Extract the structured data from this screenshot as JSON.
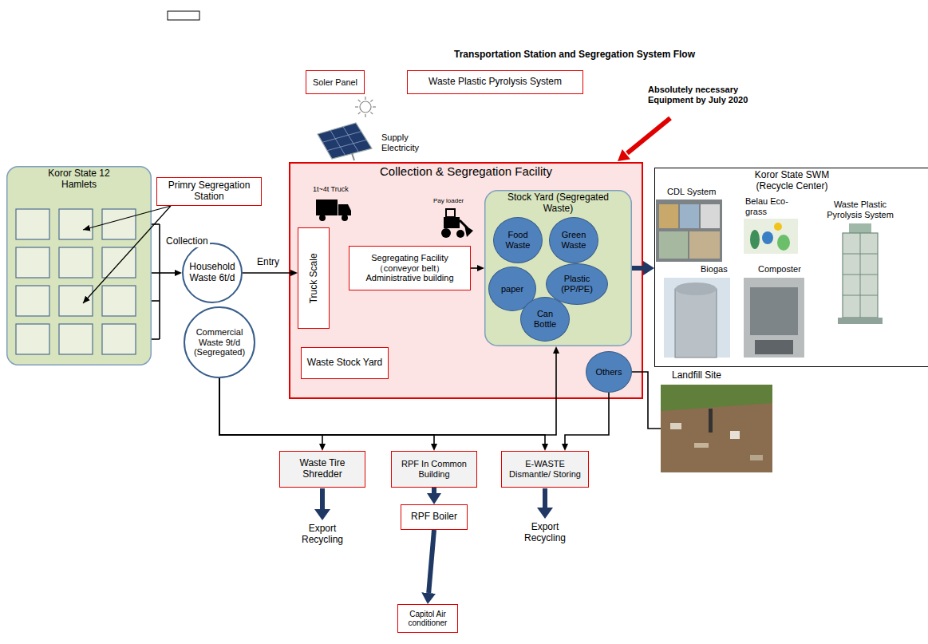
{
  "diagram": {
    "title": "Transportation Station and Segregation System Flow",
    "nodes": [
      {
        "text": [
          "Soler Panel"
        ]
      },
      {
        "text": [
          "Waste Plastic Pyrolysis System"
        ]
      },
      {
        "text": [
          "Koror State 12 Hamlets"
        ]
      },
      {
        "text": [
          "Primry Segregation Station"
        ]
      },
      {
        "text": [
          "Collection & Segregation Facility"
        ]
      },
      {
        "text": [
          "Truck Scale"
        ],
        "in": 4
      },
      {
        "text": [
          "Segregating Facility （conveyor belt） Administrative building"
        ],
        "in": 4
      },
      {
        "text": [
          "Stock Yard (Segregated Waste)"
        ],
        "in": 4
      },
      {
        "text": [
          "Food Waste"
        ],
        "in": 7
      },
      {
        "text": [
          "Green Waste"
        ],
        "in": 7
      },
      {
        "text": [
          "paper"
        ],
        "in": 7
      },
      {
        "text": [
          "Plastic (PP/PE)"
        ],
        "in": 7
      },
      {
        "text": [
          "Can Bottle"
        ],
        "in": 7
      },
      {
        "text": [
          "Waste Stock Yard"
        ],
        "in": 4
      },
      {
        "text": [
          "Others"
        ],
        "in": 4
      },
      {
        "text": [
          "Household Waste 6t/d"
        ]
      },
      {
        "text": [
          "Commercial Waste 9t/d (Segregated)"
        ]
      },
      {
        "text": [
          "Koror State SWM (Recycle Center)"
        ]
      },
      {
        "text": [
          "Landfill Site"
        ]
      },
      {
        "text": [
          "Waste Tire Shredder"
        ]
      },
      {
        "text": [
          "RPF In Common Building"
        ]
      },
      {
        "text": [
          "E-WASTE Dismantle/ Storing"
        ]
      },
      {
        "text": [
          "RPF Boiler"
        ]
      },
      {
        "text": [
          "Capitol Air conditioner"
        ]
      }
    ],
    "edges": [
      {
        "from": 2,
        "to": 15,
        "label": "Collection",
        "arrow": "to"
      },
      {
        "from": 15,
        "to": 5,
        "label": "Entry",
        "arrow": "to"
      },
      {
        "from": 6,
        "to": 7,
        "arrow": "to"
      },
      {
        "from": 7,
        "to": 17,
        "arrow": "to"
      },
      {
        "from": 16,
        "to": 7,
        "arrow": "to"
      },
      {
        "from": 16,
        "to": 19,
        "arrow": "to"
      },
      {
        "from": 16,
        "to": 20,
        "arrow": "to"
      },
      {
        "from": 16,
        "to": 21,
        "arrow": "to"
      },
      {
        "from": 14,
        "to": 21,
        "arrow": "to"
      },
      {
        "from": 14,
        "to": 18,
        "arrow": "none"
      },
      {
        "from": 20,
        "to": 22,
        "arrow": "to"
      },
      {
        "from": 22,
        "to": 23,
        "arrow": "to"
      }
    ],
    "labels": [
      "Supply Electricity",
      "Absolutely necessary Equipment by July 2020",
      "1t~4t Truck",
      "Pay loader",
      "CDL System",
      "Belau Eco-grass",
      "Waste Plastic Pyrolysis System",
      "Biogas",
      "Composter",
      "Export Recycling",
      "Export Recycling"
    ]
  }
}
